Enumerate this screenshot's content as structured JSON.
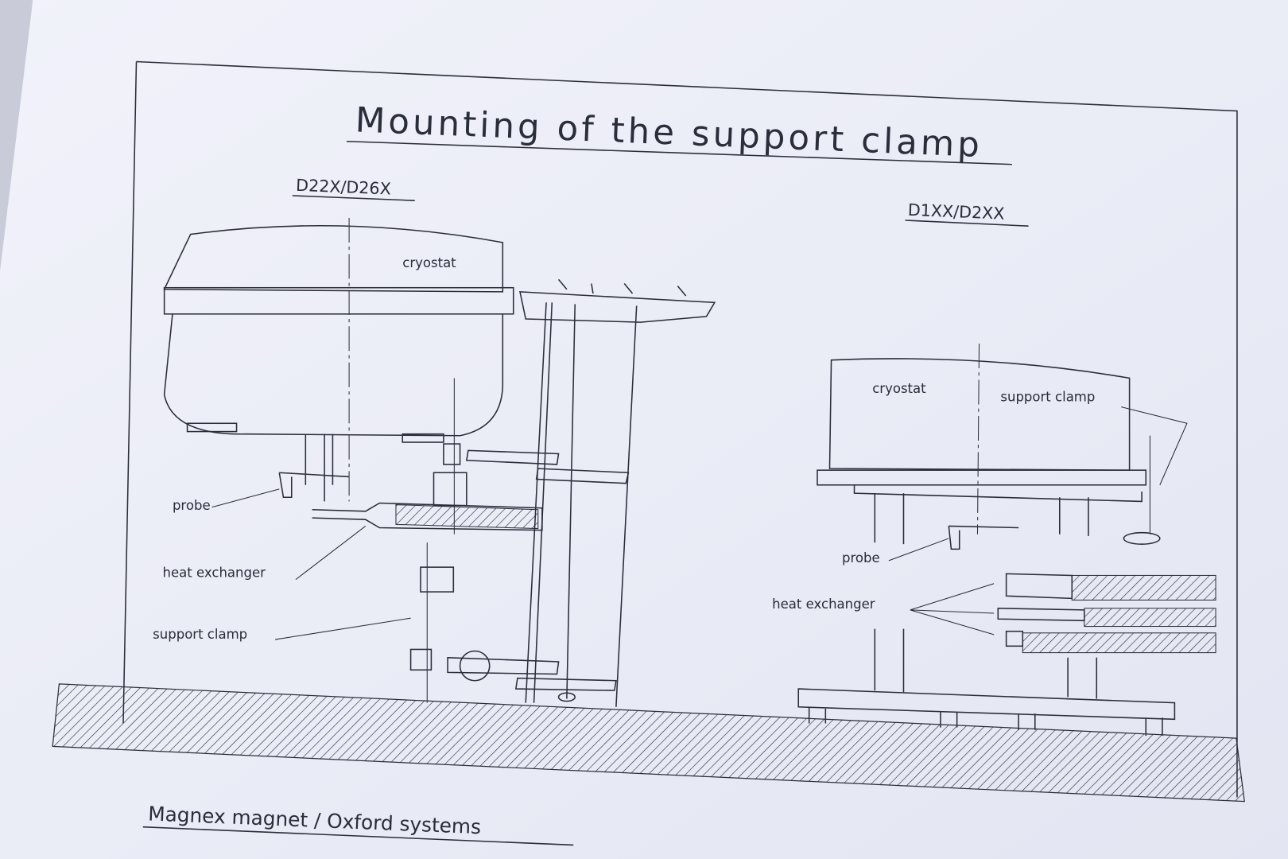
{
  "title": "Mounting of the support clamp",
  "left_section": {
    "heading": "D22X/D26X",
    "labels": {
      "cryostat": "cryostat",
      "probe": "probe",
      "heat_exchanger": "heat exchanger",
      "support_clamp": "support clamp"
    }
  },
  "right_section": {
    "heading": "D1XX/D2XX",
    "labels": {
      "cryostat": "cryostat",
      "support_clamp": "support clamp",
      "probe": "probe",
      "heat_exchanger": "heat exchanger"
    }
  },
  "footer": "Magnex magnet / Oxford systems",
  "colors": {
    "paper": "#eceef7",
    "ink": "#2a2d3a",
    "edge": "#9a9ca6"
  }
}
